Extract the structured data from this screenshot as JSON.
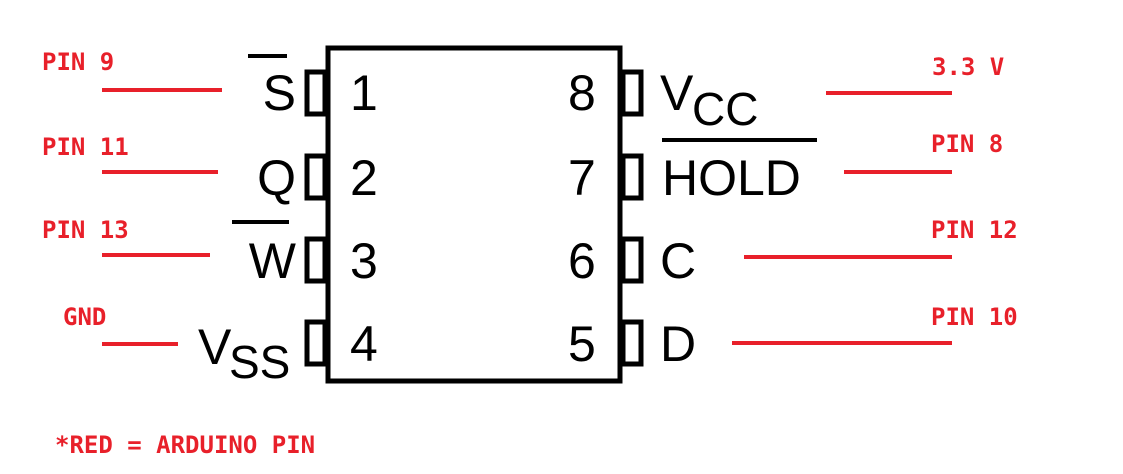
{
  "chip": {
    "pins": {
      "p1": {
        "number": "1",
        "name": "S",
        "overbar": true
      },
      "p2": {
        "number": "2",
        "name": "Q",
        "overbar": false
      },
      "p3": {
        "number": "3",
        "name": "W",
        "overbar": true
      },
      "p4": {
        "number": "4",
        "name": "V",
        "sub": "SS",
        "overbar": false
      },
      "p5": {
        "number": "5",
        "name": "D",
        "overbar": false
      },
      "p6": {
        "number": "6",
        "name": "C",
        "overbar": false
      },
      "p7": {
        "number": "7",
        "name": "HOLD",
        "overbar": true
      },
      "p8": {
        "number": "8",
        "name": "V",
        "sub": "CC",
        "overbar": false
      }
    }
  },
  "connections": {
    "p1": "PIN 9",
    "p2": "PIN 11",
    "p3": "PIN 13",
    "p4": "GND",
    "p5": "PIN 10",
    "p6": "PIN 12",
    "p7": "PIN 8",
    "p8": "3.3 V"
  },
  "legend": "*RED = ARDUINO PIN",
  "colors": {
    "arduino_pin": "#e8202a",
    "chip": "#000000"
  }
}
